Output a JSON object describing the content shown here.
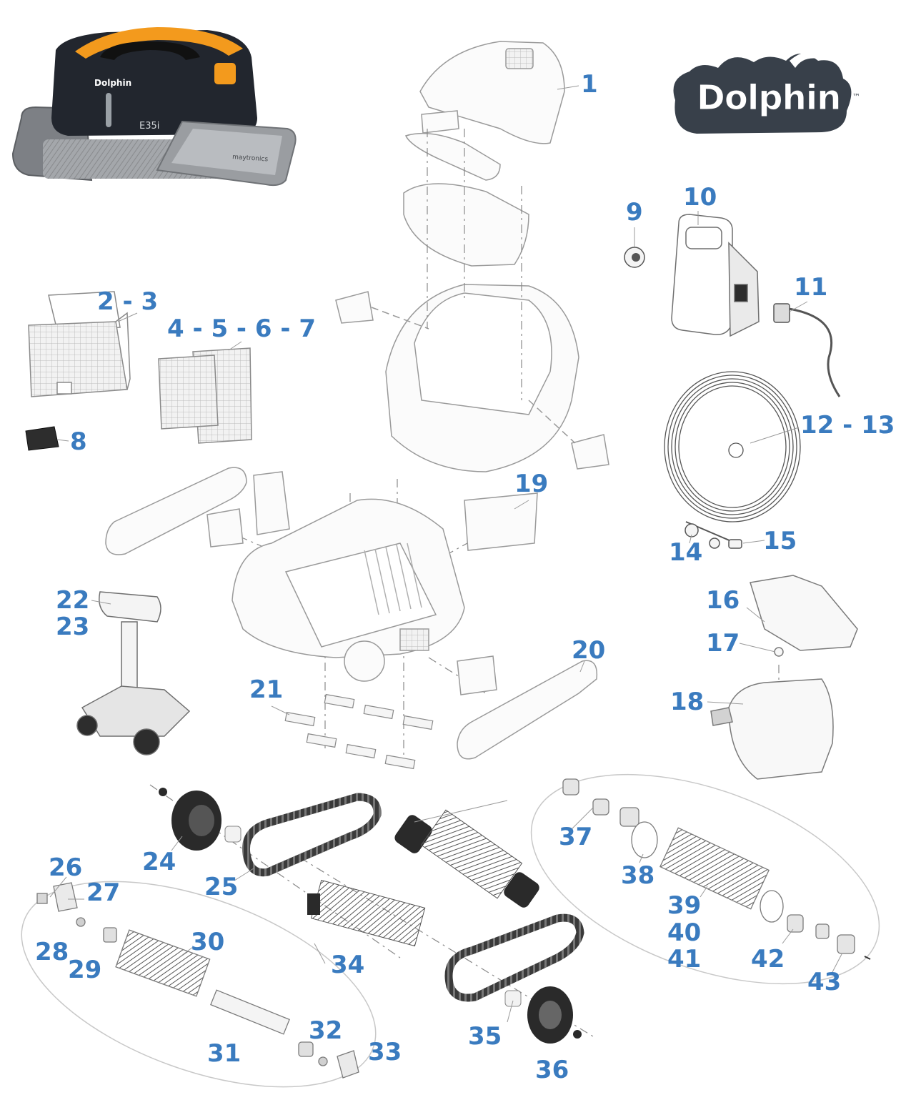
{
  "brand": {
    "logo_text": "Dolphin",
    "trademark": "™",
    "product_badge": "Dolphin",
    "model_label": "E35i",
    "maker_label": "maytronics"
  },
  "colors": {
    "label": "#3a7bbf",
    "stroke": "#6b6b6b",
    "light_stroke": "#b5b5b5",
    "robot_body": "#22262e",
    "robot_accent": "#f39a1d",
    "track": "#8a8d92",
    "logo_dark": "#38404a"
  },
  "callouts": [
    {
      "id": "c1",
      "text": "1"
    },
    {
      "id": "c2",
      "text": "2 - 3"
    },
    {
      "id": "c3",
      "text": "4 - 5 - 6 - 7"
    },
    {
      "id": "c4",
      "text": "8"
    },
    {
      "id": "c5",
      "text": "9"
    },
    {
      "id": "c6",
      "text": "10"
    },
    {
      "id": "c7",
      "text": "11"
    },
    {
      "id": "c8",
      "text": "12 - 13"
    },
    {
      "id": "c9",
      "text": "14"
    },
    {
      "id": "c10",
      "text": "15"
    },
    {
      "id": "c11",
      "text": "16"
    },
    {
      "id": "c12",
      "text": "17"
    },
    {
      "id": "c13",
      "text": "18"
    },
    {
      "id": "c14",
      "text": "19"
    },
    {
      "id": "c15",
      "text": "20"
    },
    {
      "id": "c16",
      "text": "21"
    },
    {
      "id": "c17",
      "text": "22"
    },
    {
      "id": "c18",
      "text": "23"
    },
    {
      "id": "c19",
      "text": "24"
    },
    {
      "id": "c20",
      "text": "25"
    },
    {
      "id": "c21",
      "text": "26"
    },
    {
      "id": "c22",
      "text": "27"
    },
    {
      "id": "c23",
      "text": "28"
    },
    {
      "id": "c24",
      "text": "29"
    },
    {
      "id": "c25",
      "text": "30"
    },
    {
      "id": "c26",
      "text": "31"
    },
    {
      "id": "c27",
      "text": "32"
    },
    {
      "id": "c28",
      "text": "33"
    },
    {
      "id": "c29",
      "text": "34"
    },
    {
      "id": "c30",
      "text": "35"
    },
    {
      "id": "c31",
      "text": "36"
    },
    {
      "id": "c32",
      "text": "37"
    },
    {
      "id": "c33",
      "text": "38"
    },
    {
      "id": "c34",
      "text": "39"
    },
    {
      "id": "c35",
      "text": "40"
    },
    {
      "id": "c36",
      "text": "41"
    },
    {
      "id": "c37",
      "text": "42"
    },
    {
      "id": "c38",
      "text": "43"
    }
  ]
}
